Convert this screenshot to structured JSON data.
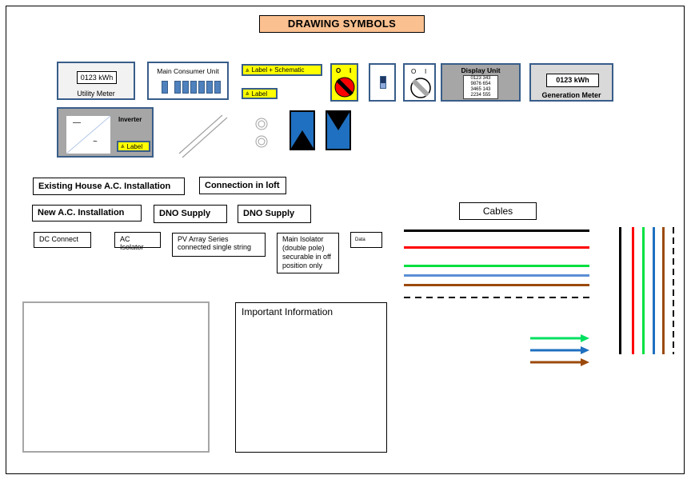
{
  "title": "DRAWING SYMBOLS",
  "symbols": {
    "utility_meter": {
      "reading": "0123 kWh",
      "label": "Utility Meter"
    },
    "main_consumer_unit": {
      "label": "Main Consumer Unit"
    },
    "label_schematic": {
      "text": "Label + Schematic",
      "icon": "warning-triangle-icon"
    },
    "label_small": {
      "text": "Label",
      "icon": "warning-triangle-icon"
    },
    "rotary_isolator": {
      "off": "O",
      "on": "I"
    },
    "rotary_switch": {
      "off": "O",
      "on": "I"
    },
    "display_unit": {
      "label": "Display Unit",
      "lines": [
        "0123 343",
        "9876 654",
        "3465 143",
        "2234 555"
      ]
    },
    "generation_meter": {
      "reading": "0123 kWh",
      "label": "Generation Meter"
    },
    "inverter": {
      "label": "Inverter",
      "dc_symbol": "—",
      "ac_symbol": "~",
      "tag": "Label"
    }
  },
  "text_boxes": {
    "existing_house": "Existing House A.C. Installation",
    "connection_loft": "Connection in loft",
    "new_ac": "New A.C. Installation",
    "dno_1": "DNO Supply",
    "dno_2": "DNO Supply",
    "dc_connect": "DC Connect",
    "ac_isolator": "AC Isolator",
    "pv_array": "PV Array Series connected single string",
    "main_isolator": "Main Isolator (double pole) securable in off position only",
    "data": "Data",
    "important_info": "Important Information"
  },
  "cables": {
    "label": "Cables",
    "colors": [
      "#000000",
      "#ff0000",
      "#00e040",
      "#5b8fd4",
      "#9b4a0c",
      "dashed-black"
    ],
    "vertical_colors": [
      "#000000",
      "#ff0000",
      "#00e040",
      "#1f70c0",
      "#9b4a0c",
      "dashed-black"
    ],
    "arrow_colors": [
      "#00e060",
      "#1f70c0",
      "#9b4a0c"
    ]
  },
  "colors": {
    "accent_border": "#385d8a",
    "title_bg": "#fac090",
    "label_yellow": "#ffff00",
    "panel_blue": "#1f70c0"
  }
}
